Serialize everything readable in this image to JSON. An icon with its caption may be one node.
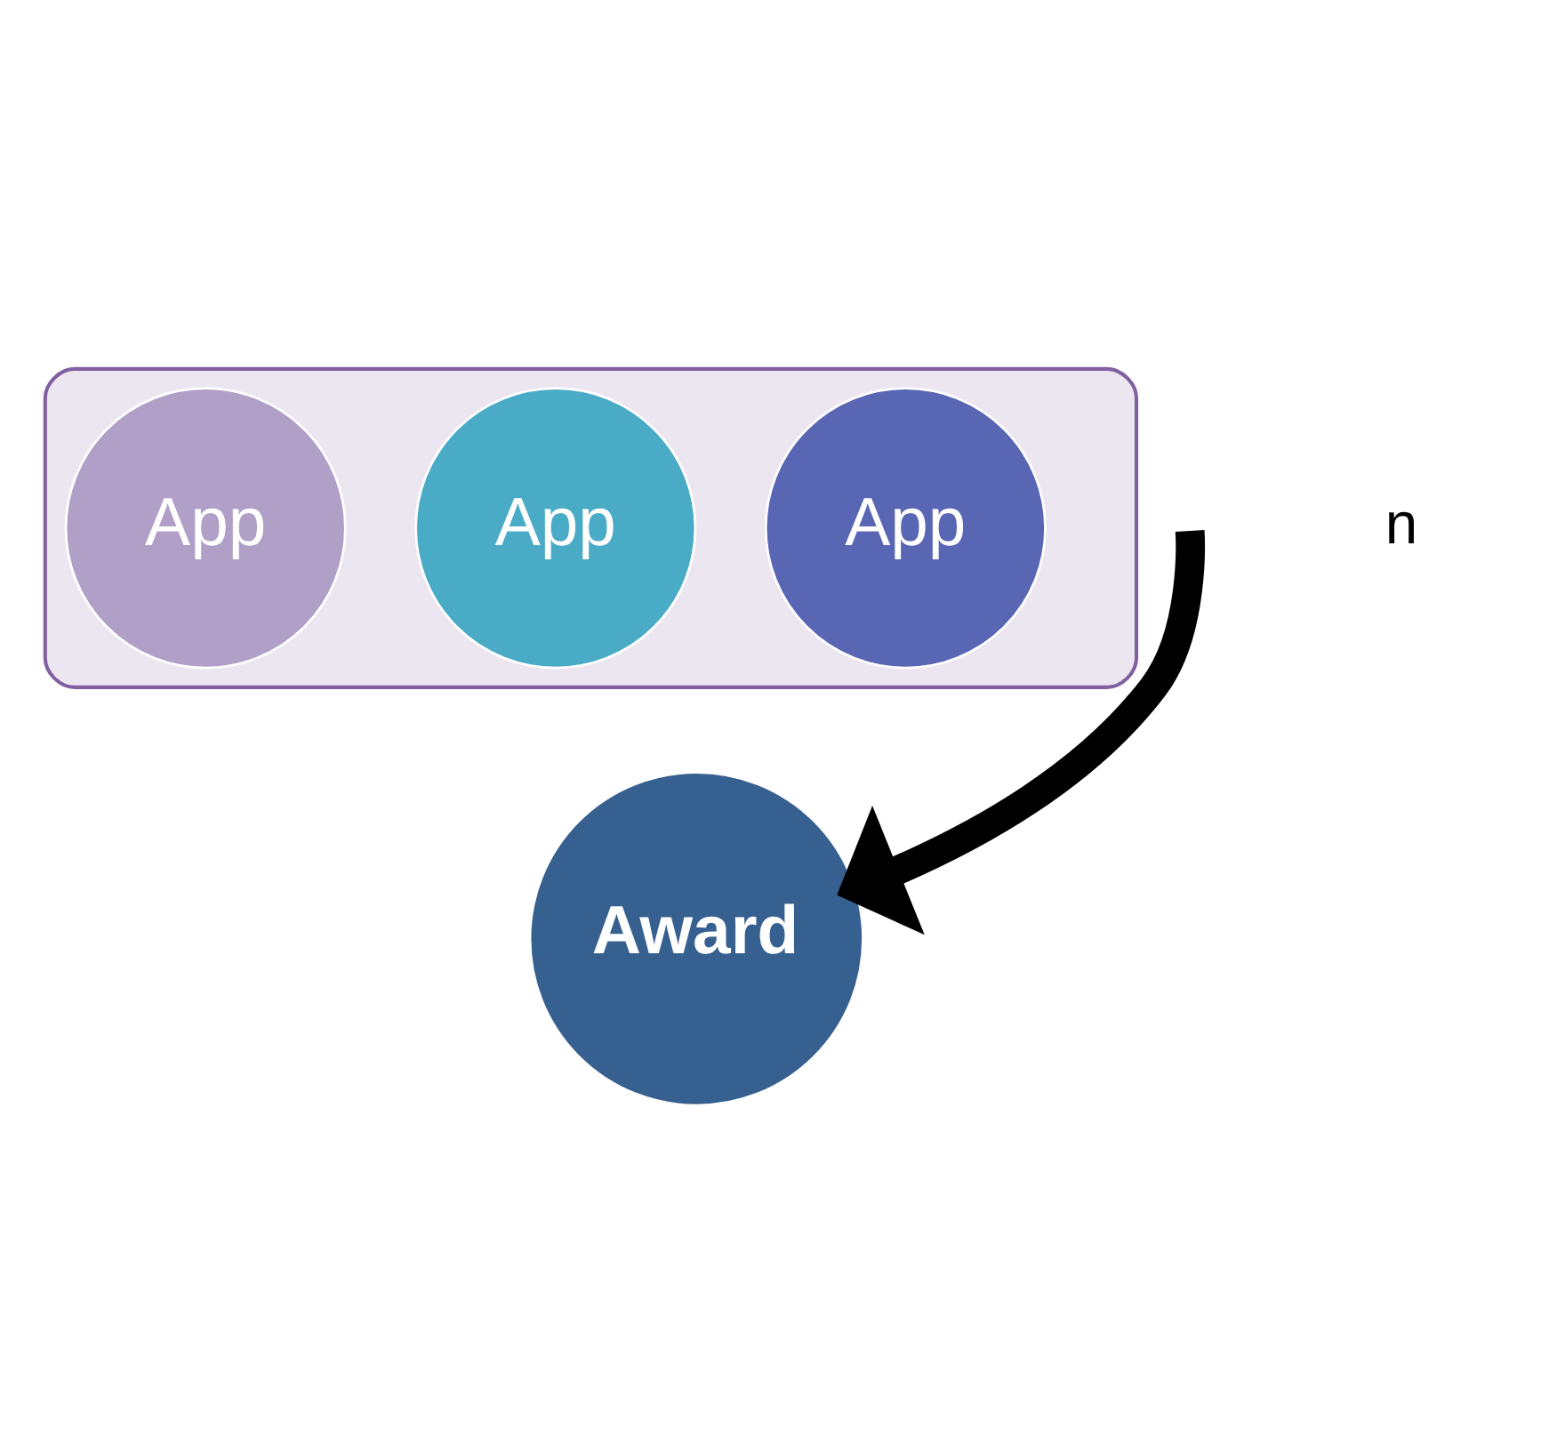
{
  "diagram": {
    "nodes": [
      {
        "text": [],
        "shape": "funnel"
      },
      {
        "text": [
          "App"
        ],
        "in": 0
      },
      {
        "text": [
          "App"
        ],
        "in": 0
      },
      {
        "text": [
          "App"
        ],
        "in": 0
      },
      {
        "text": [
          "Award"
        ]
      }
    ],
    "edges": [
      {
        "from": null,
        "to": 4,
        "arrow": "to"
      }
    ],
    "labels": [
      "n"
    ]
  }
}
